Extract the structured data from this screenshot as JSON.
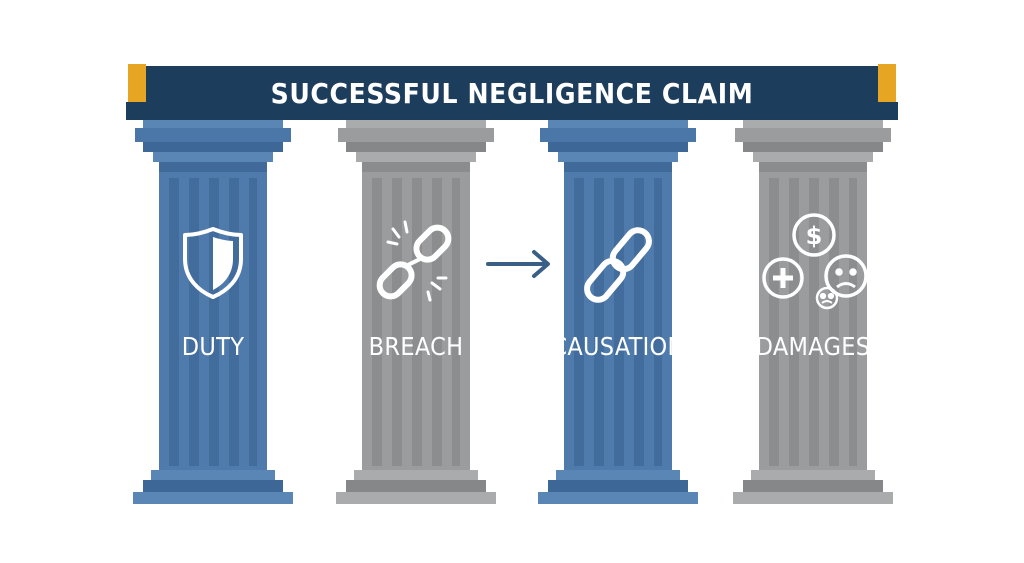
{
  "title": "SUCCESSFUL NEGLIGENCE CLAIM",
  "colors": {
    "banner": "#1d3d5c",
    "banner_accent": "#e6a623",
    "blue_pillar": "#4f7bac",
    "blue_pillar_dark": "#3d6796",
    "gray_pillar": "#9a9c9e",
    "gray_pillar_dark": "#858789",
    "arrow": "#3a5f86"
  },
  "pillars": [
    {
      "label": "DUTY",
      "icon": "shield-icon",
      "color": "blue"
    },
    {
      "label": "BREACH",
      "icon": "broken-chain-icon",
      "color": "gray"
    },
    {
      "label": "CAUSATION",
      "icon": "chain-link-icon",
      "color": "blue"
    },
    {
      "label": "DAMAGES",
      "icon": "money-health-sad-icon",
      "color": "gray"
    }
  ],
  "damages_symbols": {
    "money": "$",
    "health": "+"
  }
}
